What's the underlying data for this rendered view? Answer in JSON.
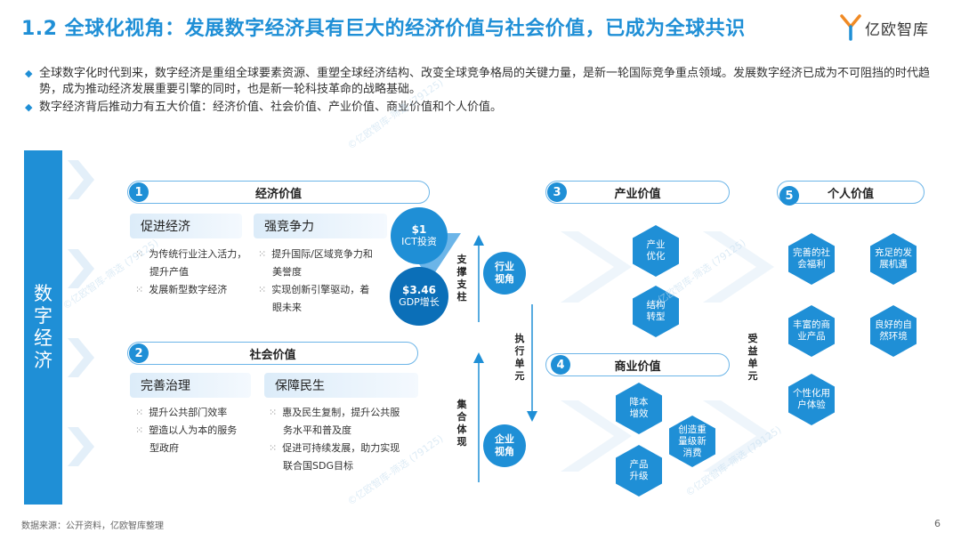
{
  "header": {
    "title": "1.2 全球化视角：发展数字经济具有巨大的经济价值与社会价值，已成为全球共识",
    "logo_text": "亿欧智库"
  },
  "bullets": [
    "全球数字化时代到来，数字经济是重组全球要素资源、重塑全球经济结构、改变全球竞争格局的关键力量，是新一轮国际竞争重点领域。发展数字经济已成为不可阻挡的时代趋势，成为推动经济发展重要引擎的同时，也是新一轮科技革命的战略基础。",
    "数字经济背后推动力有五大价值：经济价值、社会价值、产业价值、商业价值和个人价值。"
  ],
  "left_bar": "数字经济",
  "economic": {
    "num": "1",
    "title": "经济价值",
    "col1": {
      "tag": "促进经济",
      "points": [
        "为传统行业注入活力，",
        "提升产值",
        "发展新型数字经济"
      ]
    },
    "col2": {
      "tag": "强竞争力",
      "points": [
        "提升国际/区域竞争力和",
        "美誉度",
        "实现创新引擎驱动，着",
        "眼未来"
      ]
    },
    "circle_top": {
      "l1": "$1",
      "l2": "ICT投资"
    },
    "circle_bottom": {
      "l1": "$3.46",
      "l2": "GDP增长"
    }
  },
  "social": {
    "num": "2",
    "title": "社会价值",
    "col1": {
      "tag": "完善治理",
      "points": [
        "提升公共部门效率",
        "塑造以人为本的服务",
        "型政府"
      ]
    },
    "col2": {
      "tag": "保障民生",
      "points": [
        "惠及民生复制，提升公共服",
        "务水平和普及度",
        "促进可持续发展，助力实现",
        "联合国SDG目标"
      ]
    }
  },
  "middle": {
    "industry_view": "行业视角",
    "enterprise_view": "企业视角",
    "support_pillar": "支撑支柱",
    "execution_unit": "执行单元",
    "aggregate": "集合体现",
    "benefit_unit": "受益单元"
  },
  "industrial": {
    "num": "3",
    "title": "产业价值",
    "hexes": [
      "产业优化",
      "结构转型"
    ]
  },
  "commercial": {
    "num": "4",
    "title": "商业价值",
    "hexes": [
      "降本增效",
      "产品升级",
      "创造重量级新消费"
    ]
  },
  "personal": {
    "num": "5",
    "title": "个人价值",
    "hexes": [
      "完善的社会福利",
      "充足的发展机遇",
      "丰富的商业产品",
      "良好的自然环境",
      "个性化用户体验"
    ]
  },
  "watermark": "©亿欧智库-筛选 (79125)",
  "footer": {
    "source": "数据来源：公开资料，亿欧智库整理",
    "page": "6"
  },
  "colors": {
    "primary": "#1f8fd6",
    "dark": "#0b6fb8",
    "light": "#dcecf9"
  }
}
